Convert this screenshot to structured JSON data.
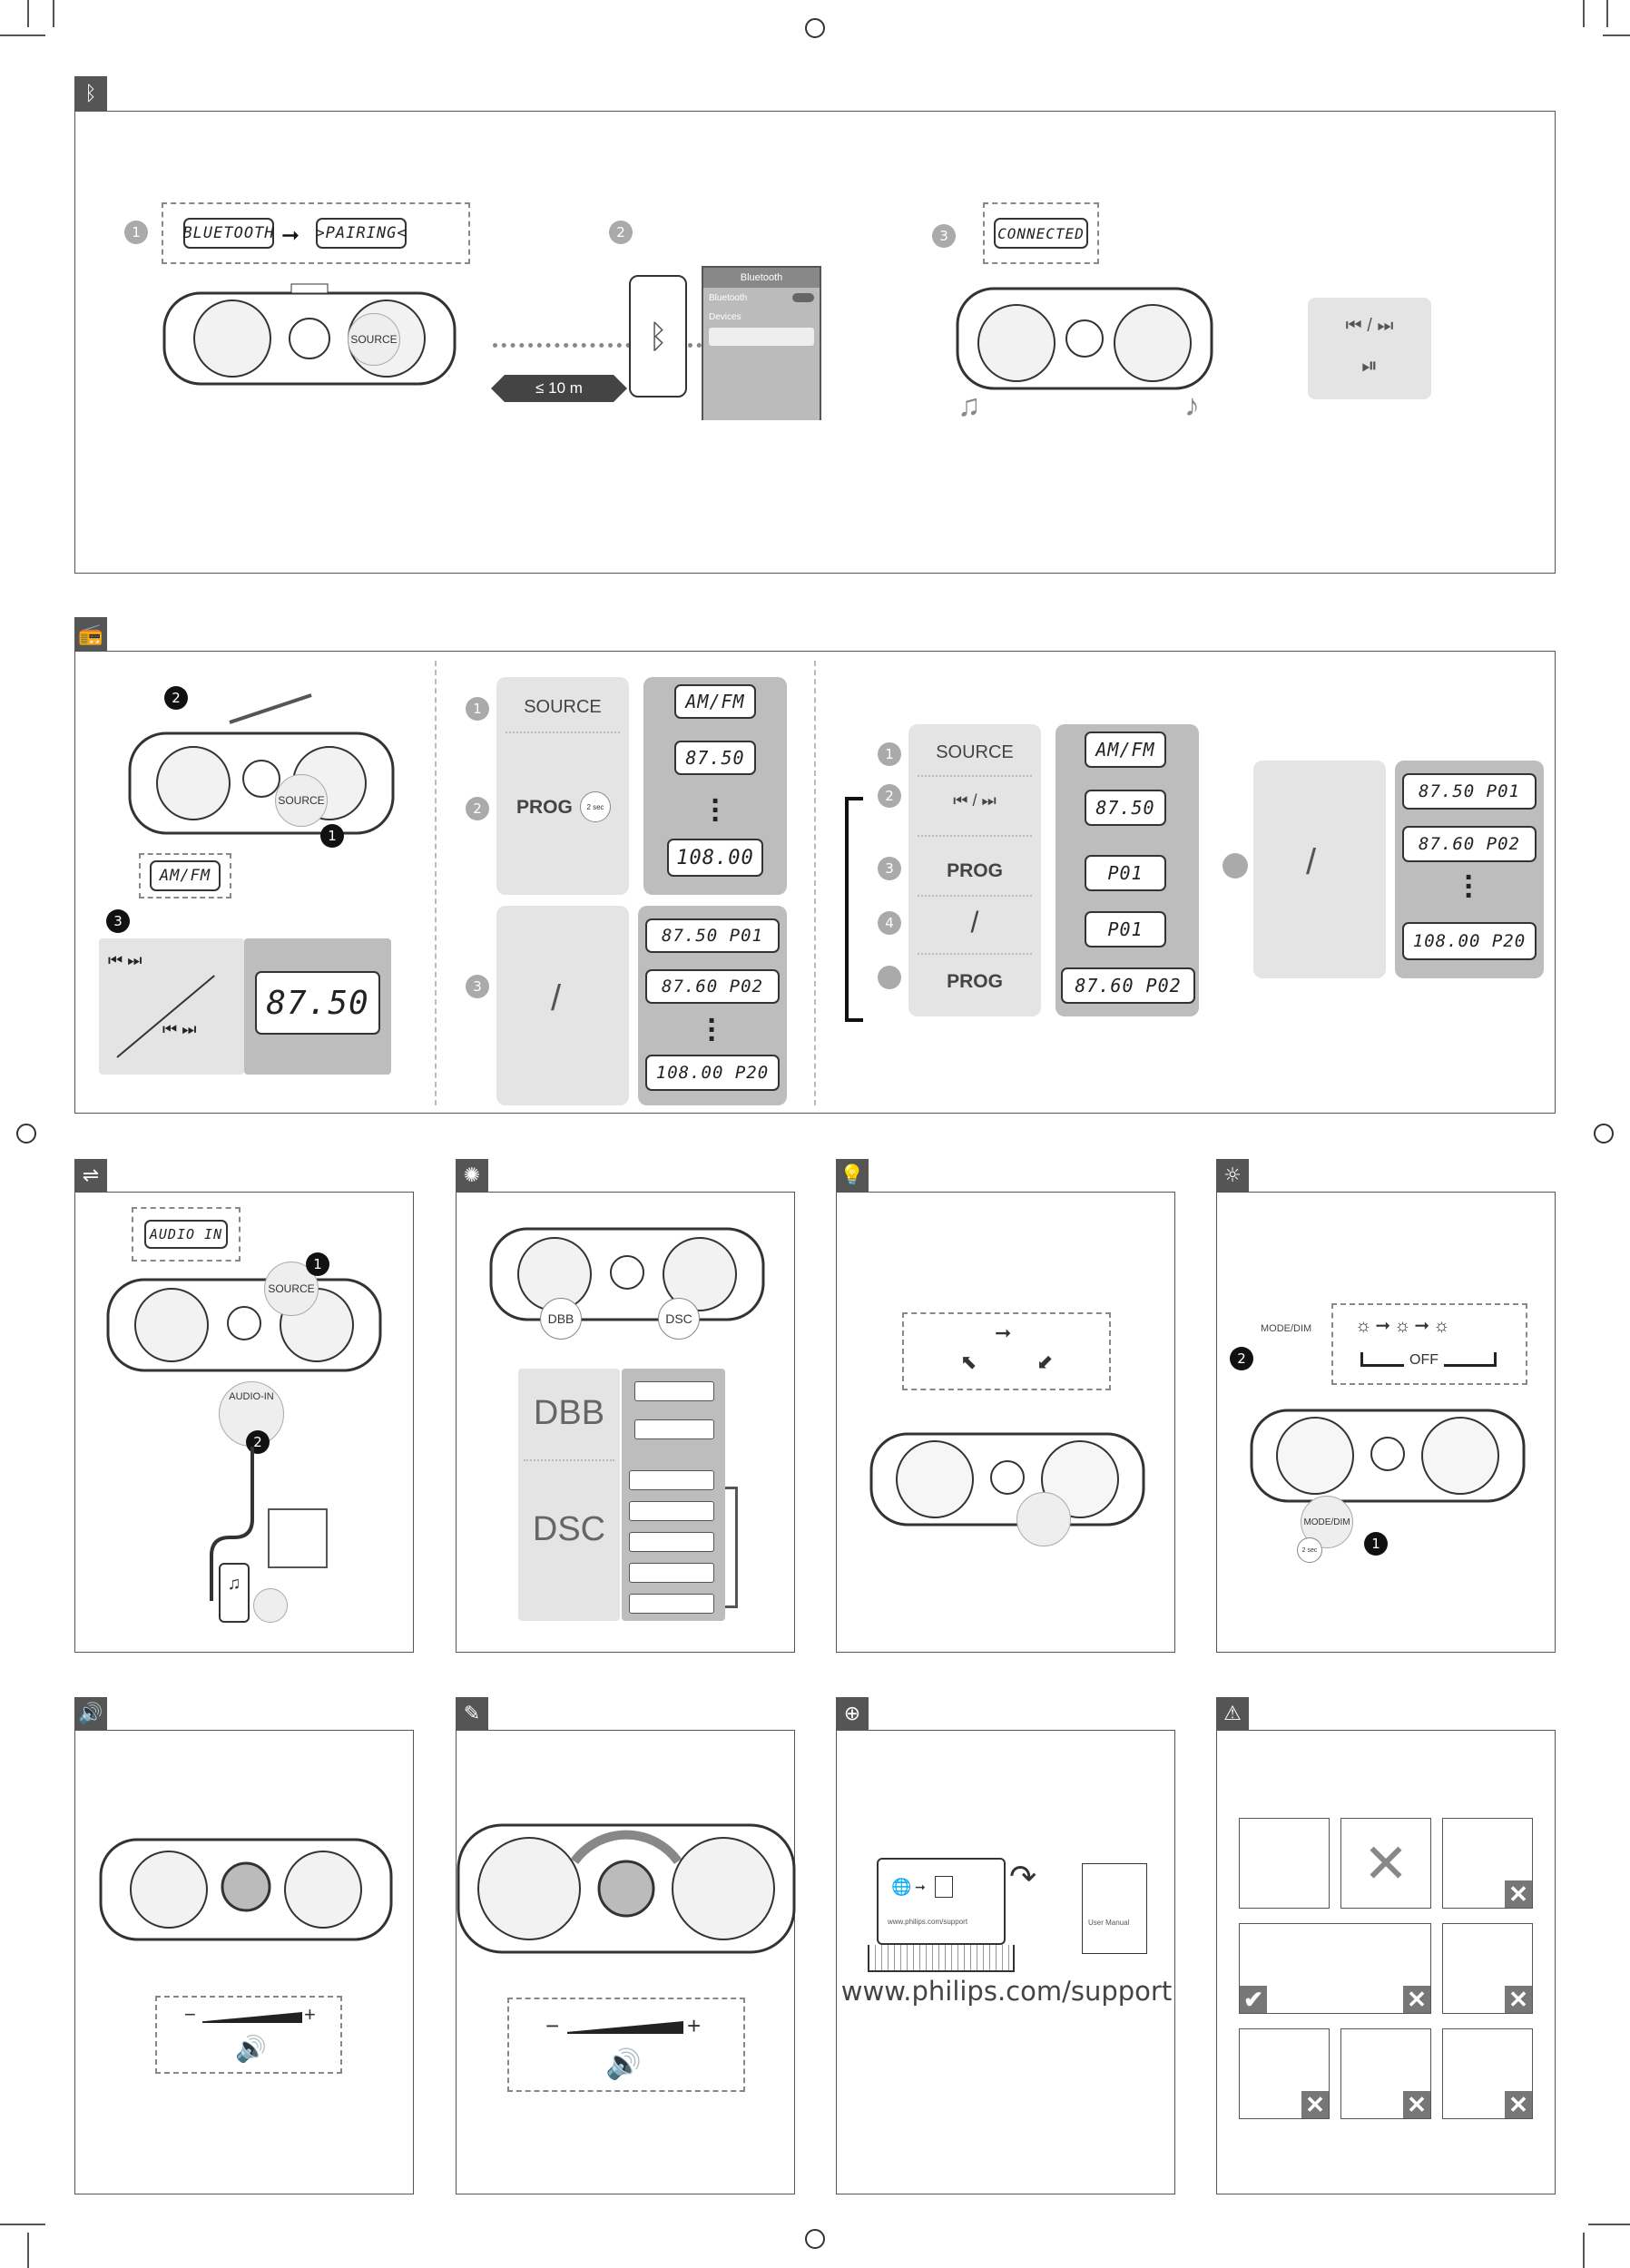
{
  "sections": {
    "bluetooth": {
      "tab_icon": "bluetooth-icon",
      "lcd_bluetooth": "BLUETOOTH",
      "lcd_pairing": ">PAIRING<",
      "lcd_connected": "CONNECTED",
      "source_label": "SOURCE",
      "range_label": "≤ 10 m",
      "phone_header": "Bluetooth",
      "phone_row_bluetooth": "Bluetooth",
      "phone_row_devices": "Devices",
      "steps": [
        "1",
        "2",
        "3"
      ],
      "control_skip": "⏮ / ⏭",
      "control_play": "⏯"
    },
    "radio": {
      "tab_icon": "radio-icon",
      "step_labels": [
        "1",
        "2",
        "3",
        "4"
      ],
      "bullet2": "2",
      "bullet1": "1",
      "bullet3": "3",
      "lcd_amfm": "AM/FM",
      "source_label": "SOURCE",
      "lcd_freq_main": "87.50",
      "auto": {
        "source": "SOURCE",
        "prog": "PROG",
        "hold": "2 sec",
        "lcd_amfm": "AM/FM",
        "lcd_freq": "87.50",
        "lcd_max": "108.00",
        "slash": "/",
        "lcd_p01": "87.50 P01",
        "lcd_p02": "87.60 P02",
        "lcd_p20": "108.00 P20"
      },
      "manual": {
        "source": "SOURCE",
        "skip": "⏮ / ⏭",
        "prog": "PROG",
        "slash": "/",
        "prog2": "PROG",
        "lcd_amfm": "AM/FM",
        "lcd_freq": "87.50",
        "lcd_p01a": "P01",
        "lcd_p01b": "P01",
        "lcd_p02": "87.60 P02"
      },
      "list": {
        "slash": "/",
        "lcd_p01": "87.50 P01",
        "lcd_p02": "87.60 P02",
        "lcd_p20": "108.00 P20"
      }
    },
    "audio_in": {
      "tab_icon": "audio-cable-icon",
      "lcd": "AUDIO IN",
      "source_label": "SOURCE",
      "jack_label": "AUDIO-IN",
      "bullet1": "1",
      "bullet2": "2"
    },
    "sound": {
      "tab_icon": "gear-icon",
      "dbb_bubble": "DBB",
      "dsc_bubble": "DSC",
      "dbb": "DBB",
      "dsc": "DSC"
    },
    "light": {
      "tab_icon": "lightbulb-icon"
    },
    "dim": {
      "tab_icon": "brightness-icon",
      "mode_dim": "MODE/DIM",
      "off": "OFF",
      "bullet2": "2",
      "bullet1": "1",
      "hold": "2 sec",
      "mode_dim_btn": "MODE/DIM"
    },
    "volume": {
      "tab_icon": "speaker-icon",
      "minus": "−",
      "plus": "+"
    },
    "volume2": {
      "tab_icon": "pen-icon",
      "minus": "−",
      "plus": "+"
    },
    "support": {
      "tab_icon": "globe-search-icon",
      "url": "www.philips.com/support",
      "screen_url": "www.philips.com/support",
      "manual_label": "User Manual"
    },
    "safety": {
      "tab_icon": "warning-icon"
    }
  }
}
